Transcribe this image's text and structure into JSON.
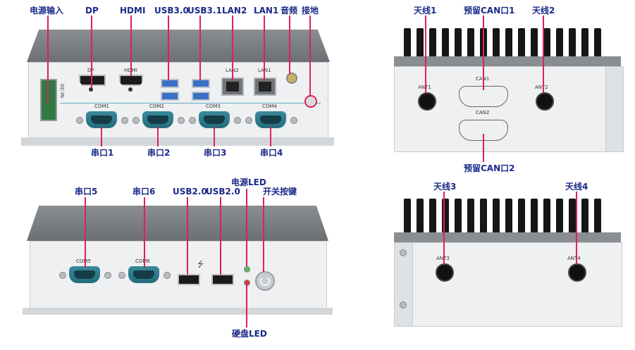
{
  "labels": {
    "power_in": "电源输入",
    "dp": "DP",
    "hdmi": "HDMI",
    "usb30": "USB3.0",
    "usb31": "USB3.1",
    "lan2": "LAN2",
    "lan1": "LAN1",
    "audio": "音频",
    "ground": "接地",
    "serial1": "串口1",
    "serial2": "串口2",
    "serial3": "串口3",
    "serial4": "串口4",
    "serial5": "串口5",
    "serial6": "串口6",
    "usb20a": "USB2.0",
    "usb20b": "USB2.0",
    "power_led": "电源LED",
    "power_switch": "开关按键",
    "hdd_led": "硬盘LED",
    "antenna1": "天线1",
    "antenna2": "天线2",
    "antenna3": "天线3",
    "antenna4": "天线4",
    "can1_reserved": "预留CAN口1",
    "can2_reserved": "预留CAN口2"
  },
  "panel_text": {
    "dp": "DP",
    "hdmi": "HDMI",
    "lan2": "LAN2",
    "lan1": "LAN1",
    "dc_in": "DC-IN",
    "com1": "COM1",
    "com2": "COM2",
    "com3": "COM3",
    "com4": "COM4",
    "com5": "COM5",
    "com6": "COM6",
    "ant1": "ANT1",
    "ant2": "ANT2",
    "ant3": "ANT3",
    "ant4": "ANT4",
    "can1": "CAN1",
    "can2": "CAN2"
  },
  "colors": {
    "label_text": "#1a2a8a",
    "annotation_line": "#e0205a",
    "chassis_top": "#7b7e82",
    "chassis_front": "#eef0f2",
    "db9_connector": "#2f7d8e",
    "usb3_port": "#3a6fc8"
  }
}
